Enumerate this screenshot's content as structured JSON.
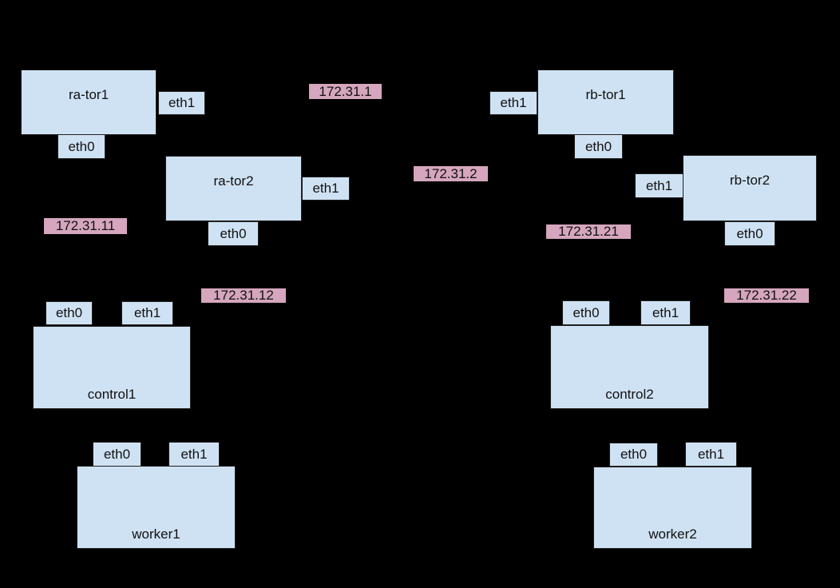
{
  "colors": {
    "background": "#000000",
    "node_fill": "#cfe2f3",
    "node_border": "#1f1f1f",
    "ip_fill": "#d5a6bd",
    "text": "#111111"
  },
  "nodes": [
    {
      "label": "ra-tor1",
      "ports": {
        "eth0": "eth0",
        "eth1": "eth1"
      }
    },
    {
      "label": "ra-tor2",
      "ports": {
        "eth0": "eth0",
        "eth1": "eth1"
      }
    },
    {
      "label": "rb-tor1",
      "ports": {
        "eth0": "eth0",
        "eth1": "eth1"
      }
    },
    {
      "label": "rb-tor2",
      "ports": {
        "eth0": "eth0",
        "eth1": "eth1"
      }
    },
    {
      "label": "control1",
      "ports": {
        "eth0": "eth0",
        "eth1": "eth1"
      }
    },
    {
      "label": "control2",
      "ports": {
        "eth0": "eth0",
        "eth1": "eth1"
      }
    },
    {
      "label": "worker1",
      "ports": {
        "eth0": "eth0",
        "eth1": "eth1"
      }
    },
    {
      "label": "worker2",
      "ports": {
        "eth0": "eth0",
        "eth1": "eth1"
      }
    }
  ],
  "ip_labels": [
    {
      "text": "172.31.1"
    },
    {
      "text": "172.31.2"
    },
    {
      "text": "172.31.11"
    },
    {
      "text": "172.31.12"
    },
    {
      "text": "172.31.21"
    },
    {
      "text": "172.31.22"
    }
  ]
}
